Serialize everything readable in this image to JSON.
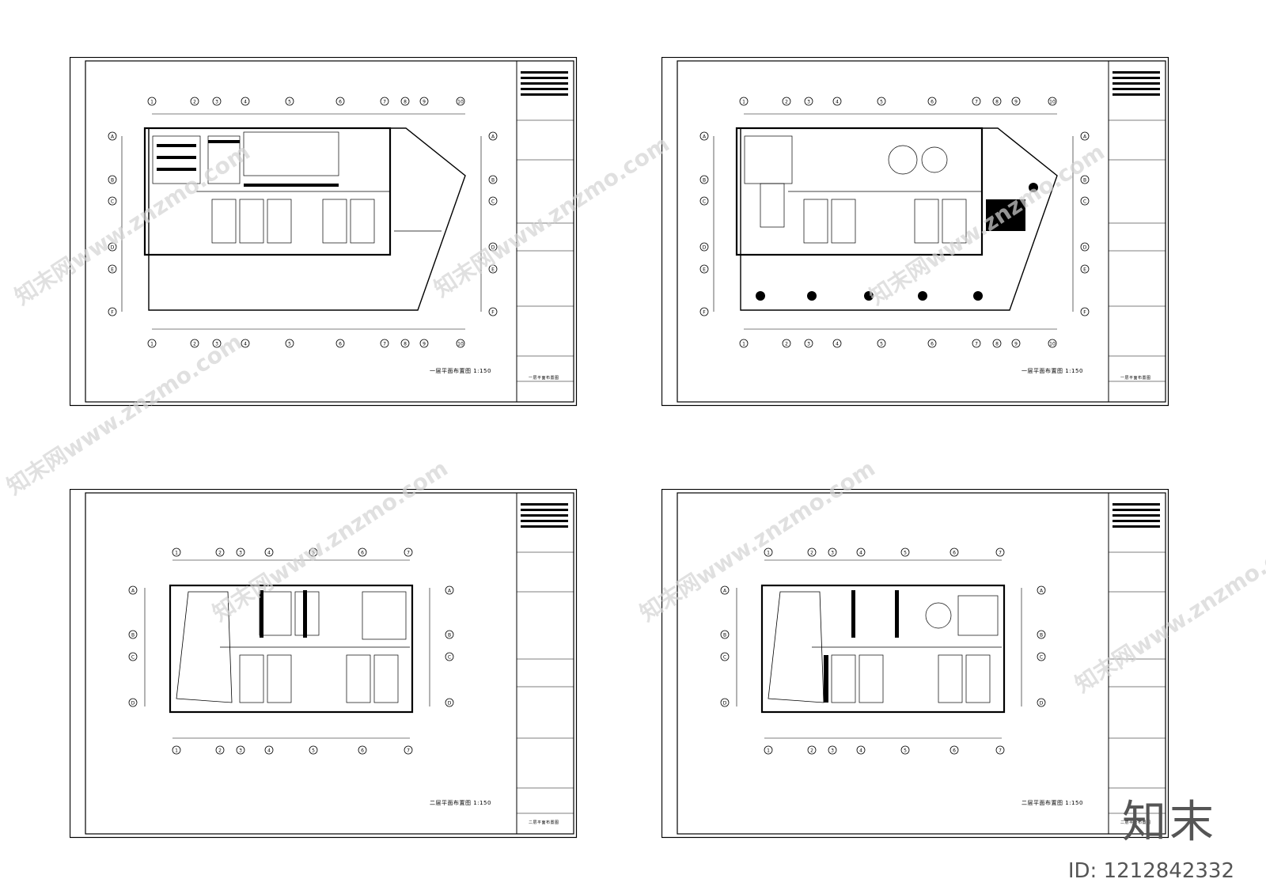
{
  "sheets": [
    {
      "id": "sheet-1",
      "title": "一层平面布置图  1:150",
      "footer": "一层平面布置图"
    },
    {
      "id": "sheet-2",
      "title": "一层平面布置图  1:150",
      "footer": "一层平面布置图"
    },
    {
      "id": "sheet-3",
      "title": "二层平面布置图  1:150",
      "footer": "二层平面布置图"
    },
    {
      "id": "sheet-4",
      "title": "二层平面布置图  1:150",
      "footer": "二层平面布置图"
    }
  ],
  "grid_labels_top_a": [
    "1",
    "2",
    "3",
    "4",
    "5",
    "6",
    "7",
    "8",
    "9",
    "10"
  ],
  "grid_labels_side_a": [
    "A",
    "B",
    "C",
    "D",
    "E",
    "F"
  ],
  "grid_labels_top_b": [
    "1",
    "2",
    "3",
    "4",
    "5",
    "6",
    "7"
  ],
  "grid_labels_side_b": [
    "A",
    "B",
    "C",
    "D"
  ],
  "watermark_text": "知末网www.znzmo.com",
  "brand": {
    "logo": "知末",
    "image_id": "ID: 1212842332"
  }
}
